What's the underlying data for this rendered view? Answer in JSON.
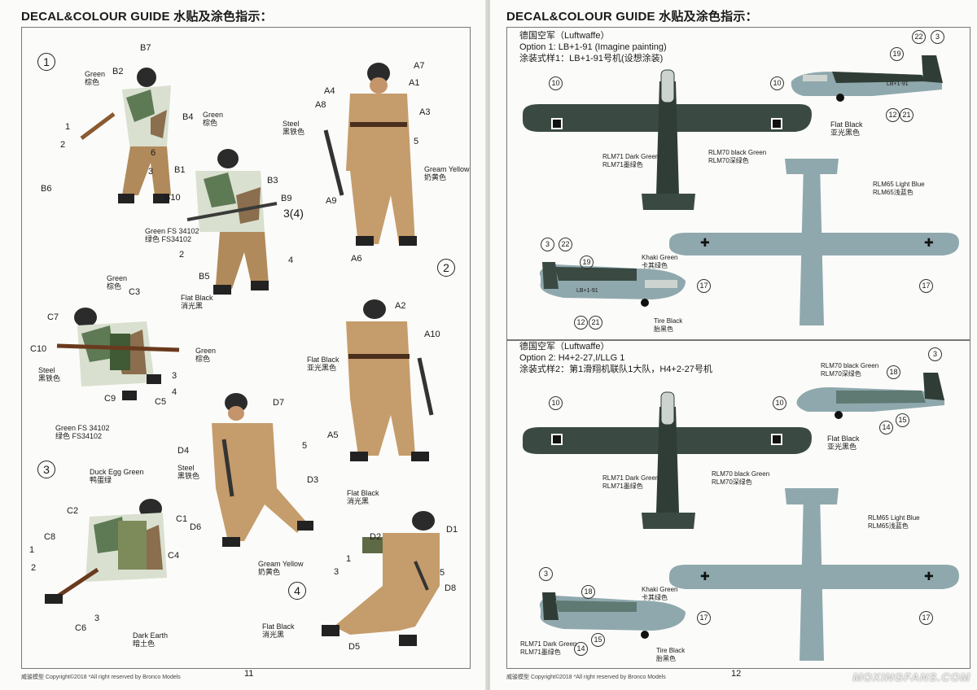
{
  "left": {
    "heading": "DECAL&COLOUR GUIDE 水贴及涂色指示：",
    "figure_numbers": [
      "1",
      "2",
      "3",
      "4"
    ],
    "fig1": {
      "b7": "B7",
      "b2": "B2",
      "b4": "B4",
      "green": "Green",
      "green_cn": "棕色",
      "n1": "1",
      "n2": "2",
      "n3": "3",
      "n6": "6",
      "b6": "B6"
    },
    "fig_b_mid": {
      "green": "Green",
      "green_cn": "棕色",
      "b1": "B1",
      "b3": "B3",
      "b10": "B10",
      "b9": "B9",
      "n34": "3(4)",
      "green_fs": "Green FS 34102",
      "green_fs_cn": "绿色 FS34102",
      "n2": "2",
      "n4": "4",
      "b5": "B5",
      "flat_black": "Flat Black",
      "flat_black_cn": "消光黑"
    },
    "fig_a": {
      "a7": "A7",
      "a1": "A1",
      "a4": "A4",
      "a8": "A8",
      "a3": "A3",
      "steel": "Steel",
      "steel_cn": "黑铁色",
      "n5": "5",
      "cream": "Gream Yellow",
      "cream_cn": "奶黄色",
      "a9": "A9",
      "a6": "A6"
    },
    "fig_c": {
      "green": "Green",
      "green_cn": "棕色",
      "c3": "C3",
      "c7": "C7",
      "c10": "C10",
      "green2": "Green",
      "green2_cn": "棕色",
      "steel": "Steel",
      "steel_cn": "黑铁色",
      "n3": "3",
      "n4": "4",
      "c9": "C9",
      "c5": "C5",
      "green_fs": "Green FS 34102",
      "green_fs_cn": "绿色 FS34102"
    },
    "fig_a_back": {
      "a2": "A2",
      "a10": "A10",
      "flat_black": "Flat Black",
      "flat_black_cn": "亚光黑色",
      "a5": "A5",
      "flat_black2": "Flat Black",
      "flat_black2_cn": "消光黑"
    },
    "fig_d": {
      "d7": "D7",
      "n5": "5",
      "d4": "D4",
      "steel": "Steel",
      "steel_cn": "黑铁色",
      "d3": "D3",
      "d6": "D6",
      "cream": "Gream Yellow",
      "cream_cn": "奶黄色"
    },
    "fig_c_bot": {
      "duck": "Duck Egg Green",
      "duck_cn": "鸭蛋绿",
      "c2": "C2",
      "c1": "C1",
      "c8": "C8",
      "c4": "C4",
      "n1": "1",
      "n2": "2",
      "n3": "3",
      "c6": "C6",
      "dark_earth": "Dark Earth",
      "dark_earth_cn": "暗土色"
    },
    "fig_d_bot": {
      "d2": "D2",
      "d1": "D1",
      "n1": "1",
      "n3": "3",
      "n5": "5",
      "d8": "D8",
      "flat_black": "Flat Black",
      "flat_black_cn": "消光黑",
      "d5": "D5"
    },
    "footer": "威骏模型  Copyright©2018  *All right reserved by Bronco Models",
    "page_number": "11"
  },
  "right": {
    "heading": "DECAL&COLOUR GUIDE 水贴及涂色指示：",
    "option1": {
      "air_force": "德国空军（Luftwaffe）",
      "title": "Option 1: LB+1-91 (Imagine painting)",
      "title_cn": "涂装式样1：LB+1-91号机(设想涂装)"
    },
    "option2": {
      "air_force": "德国空军（Luftwaffe）",
      "title": "Option 2: H4+2-27,I/LLG 1",
      "title_cn": "涂装式样2：第1滑翔机联队1大队，H4+2-27号机"
    },
    "o1": {
      "b10a": "10",
      "b10b": "10",
      "b22": "22",
      "b3": "3",
      "b19": "19",
      "b12": "12",
      "b21": "21",
      "fuselage_code": "LB+1-91",
      "flat_black": "Flat Black",
      "flat_black_cn": "亚光黑色",
      "rlm71": "RLM71 Dark Green",
      "rlm71_cn": "RLM71墨绿色",
      "rlm70": "RLM70 black Green",
      "rlm70_cn": "RLM70深绿色",
      "rlm65": "RLM65 Light Blue",
      "rlm65_cn": "RLM65浅蓝色",
      "b3b": "3",
      "b22b": "22",
      "b19b": "19",
      "khaki": "Khaki Green",
      "khaki_cn": "卡其绿色",
      "b17a": "17",
      "b17b": "17",
      "b12b": "12",
      "b21b": "21",
      "tire": "Tire Black",
      "tire_cn": "胎黑色",
      "fuselage_code2": "LB+1-91"
    },
    "o2": {
      "b10a": "10",
      "b10b": "10",
      "b3": "3",
      "b18": "18",
      "b14": "14",
      "b15": "15",
      "rlm70": "RLM70 black Green",
      "rlm70_cn": "RLM70深绿色",
      "flat_black": "Flat Black",
      "flat_black_cn": "亚光黑色",
      "rlm71": "RLM71 Dark Green",
      "rlm71_cn": "RLM71墨绿色",
      "rlm70b": "RLM70 black Green",
      "rlm70b_cn": "RLM70深绿色",
      "rlm65": "RLM65 Light Blue",
      "rlm65_cn": "RLM65浅蓝色",
      "b3b": "3",
      "b18b": "18",
      "khaki": "Khaki Green",
      "khaki_cn": "卡其绿色",
      "b17a": "17",
      "b17b": "17",
      "rlm71b": "RLM71 Dark Green",
      "rlm71b_cn": "RLM71墨绿色",
      "b14b": "14",
      "b15b": "15",
      "tire": "Tire Black",
      "tire_cn": "胎黑色"
    },
    "footer": "威骏模型  Copyright©2018  *All right reserved by Bronco Models",
    "page_number": "12",
    "watermark": "MOXINGFANS.COM"
  },
  "colors": {
    "dark_green": "#3a4a42",
    "black_green": "#2f3d36",
    "light_blue": "#8fa8ad",
    "khaki": "#b08a5a",
    "camo_light": "#d9e0cf",
    "camo_dark": "#5e7a55",
    "camo_mid": "#8a6e4e"
  }
}
